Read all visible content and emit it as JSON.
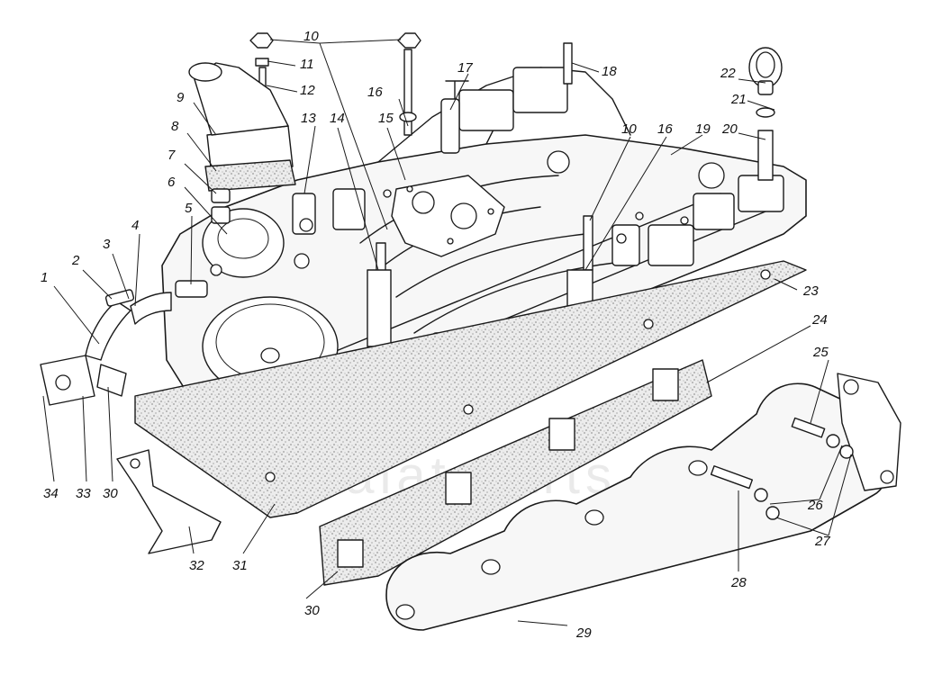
{
  "watermark": {
    "text": "dalat-parts"
  },
  "callouts": [
    {
      "id": "c1",
      "label": "1"
    },
    {
      "id": "c2",
      "label": "2"
    },
    {
      "id": "c3",
      "label": "3"
    },
    {
      "id": "c4",
      "label": "4"
    },
    {
      "id": "c5",
      "label": "5"
    },
    {
      "id": "c6",
      "label": "6"
    },
    {
      "id": "c7",
      "label": "7"
    },
    {
      "id": "c8",
      "label": "8"
    },
    {
      "id": "c9",
      "label": "9"
    },
    {
      "id": "c10a",
      "label": "10"
    },
    {
      "id": "c10b",
      "label": "10"
    },
    {
      "id": "c11",
      "label": "11"
    },
    {
      "id": "c12",
      "label": "12"
    },
    {
      "id": "c13",
      "label": "13"
    },
    {
      "id": "c14",
      "label": "14"
    },
    {
      "id": "c15",
      "label": "15"
    },
    {
      "id": "c16a",
      "label": "16"
    },
    {
      "id": "c16b",
      "label": "16"
    },
    {
      "id": "c17",
      "label": "17"
    },
    {
      "id": "c18",
      "label": "18"
    },
    {
      "id": "c19",
      "label": "19"
    },
    {
      "id": "c20",
      "label": "20"
    },
    {
      "id": "c21",
      "label": "21"
    },
    {
      "id": "c22",
      "label": "22"
    },
    {
      "id": "c23",
      "label": "23"
    },
    {
      "id": "c24",
      "label": "24"
    },
    {
      "id": "c25",
      "label": "25"
    },
    {
      "id": "c26",
      "label": "26"
    },
    {
      "id": "c27",
      "label": "27"
    },
    {
      "id": "c28",
      "label": "28"
    },
    {
      "id": "c29",
      "label": "29"
    },
    {
      "id": "c30a",
      "label": "30"
    },
    {
      "id": "c30b",
      "label": "30"
    },
    {
      "id": "c31",
      "label": "31"
    },
    {
      "id": "c32",
      "label": "32"
    },
    {
      "id": "c33",
      "label": "33"
    },
    {
      "id": "c34",
      "label": "34"
    }
  ]
}
